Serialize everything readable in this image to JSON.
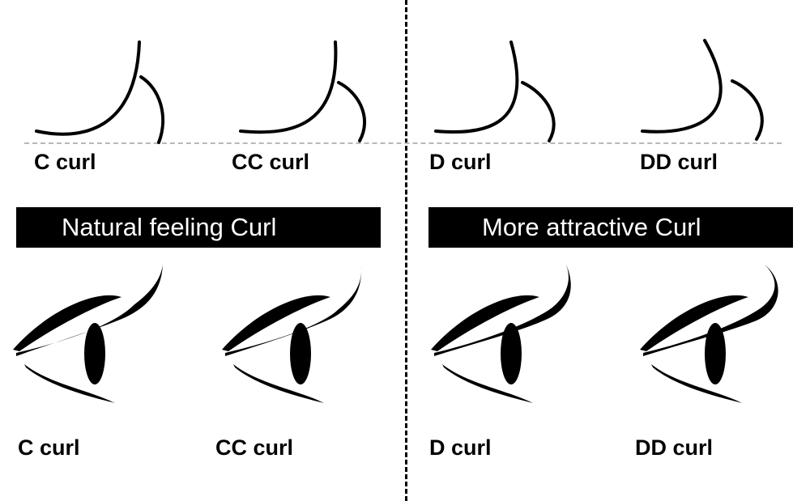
{
  "top_labels": [
    "C curl",
    "CC curl",
    "D curl",
    "DD curl"
  ],
  "banners": {
    "left": "Natural feeling Curl",
    "right": "More attractive Curl"
  },
  "bottom_labels": [
    "C curl",
    "CC curl",
    "D curl",
    "DD curl"
  ],
  "colors": {
    "ink": "#000000",
    "guide": "#b8b8b8",
    "background": "#ffffff"
  }
}
